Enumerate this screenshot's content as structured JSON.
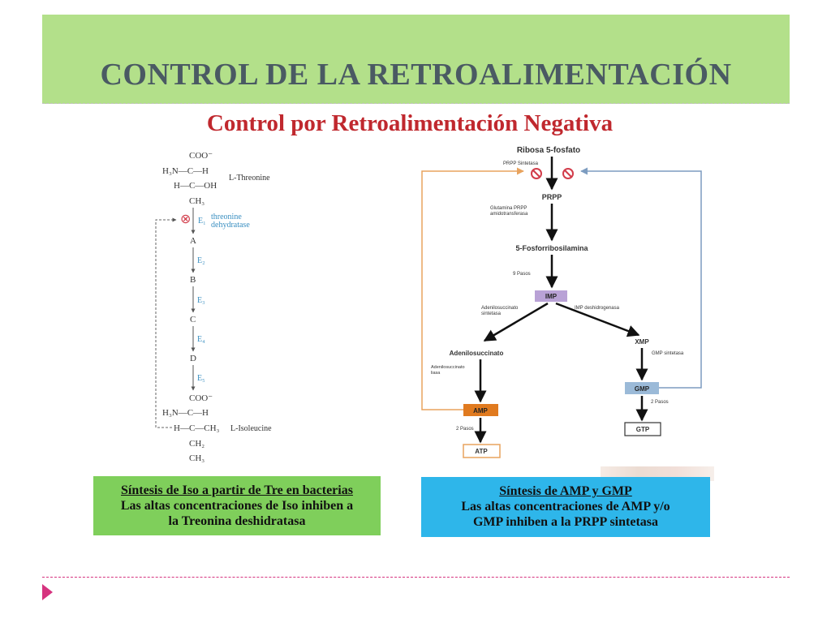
{
  "slide": {
    "title": "CONTROL DE LA RETROALIMENTACIÓN",
    "subtitle": "Control por Retroalimentación Negativa"
  },
  "left_pathway": {
    "top_molecule": {
      "carboxyl": "COO⁻",
      "amino": "H₃N—C—H",
      "hydroxyl": "H—C—OH",
      "methyl": "CH₃",
      "name": "L-Threonine"
    },
    "enzyme1": {
      "label": "E₁",
      "name_line1": "threonine",
      "name_line2": "dehydratase"
    },
    "steps": [
      "A",
      "B",
      "C",
      "D"
    ],
    "enzymes": [
      "E₂",
      "E₃",
      "E₄",
      "E₅"
    ],
    "bottom_molecule": {
      "carboxyl": "COO⁻",
      "amino": "H₃N—C—H",
      "ethyl": "H—C—CH₃",
      "ch2": "CH₂",
      "ch3": "CH₃",
      "name": "L-Isoleucine"
    },
    "inhibit_symbol": "⊗",
    "colors": {
      "enzyme": "#3a8fc1",
      "inhibit": "#d23c4a",
      "text": "#333333"
    }
  },
  "right_pathway": {
    "start": "Ribosa 5-fosfato",
    "prpp_enzyme": "PRPP Sintetasa",
    "prpp": "PRPP",
    "glut_enzyme_line1": "Glutamina PRPP",
    "glut_enzyme_line2": "amidotransferasa",
    "fosfo": "5-Fosforribosilamina",
    "pasos9": "9 Pasos",
    "imp": "IMP",
    "adenilo_enzyme_line1": "Adenilosuccinato",
    "adenilo_enzyme_line2": "sintetasa",
    "imp_dh": "IMP deshidrogenasa",
    "adenilosuccinato": "Adenilosuccinato",
    "liasa_line1": "Adenilosuccinato",
    "liasa_line2": "liasa",
    "xmp": "XMP",
    "gmp_sintetasa": "GMP sintetasa",
    "amp": "AMP",
    "gmp": "GMP",
    "pasos2_left": "2 Pasos",
    "pasos2_right": "2 Pasos",
    "atp": "ATP",
    "gtp": "GTP",
    "colors": {
      "amp_fill": "#e07a1f",
      "imp_fill": "#b9a2d6",
      "gmp_fill": "#9bbad8",
      "orange_line": "#e8a35e",
      "blue_line": "#7d9cc0",
      "inhibit": "#d23c4a"
    }
  },
  "boxes": {
    "green": {
      "line1": "Síntesis de Iso a partir de Tre en bacterias",
      "line2": "Las altas concentraciones de Iso inhiben a",
      "line3": "la Treonina deshidratasa",
      "color": "#7fcf5b"
    },
    "blue": {
      "line1": "Síntesis de AMP y GMP",
      "line2": "Las altas concentraciones de AMP y/o",
      "line3": "GMP inhiben a la PRPP sintetasa",
      "color": "#2eb6ea"
    }
  },
  "footer": {
    "bullet": "play-arrow-icon",
    "accent": "#d6337f"
  }
}
